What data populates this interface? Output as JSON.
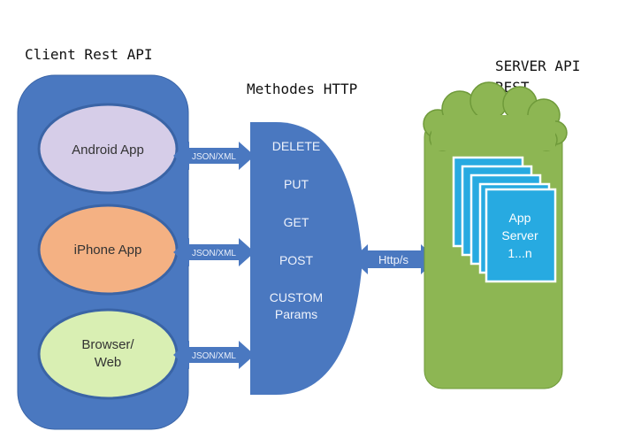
{
  "titles": {
    "client": "Client Rest API",
    "methods": "Methodes HTTP",
    "server_line1": "SERVER API",
    "server_line2": "REST"
  },
  "clients": [
    {
      "label_line1": "Android App",
      "label_line2": "",
      "fill": "#d6cde8"
    },
    {
      "label_line1": "iPhone App",
      "label_line2": "",
      "fill": "#f4b183"
    },
    {
      "label_line1": "Browser/",
      "label_line2": "Web",
      "fill": "#d9efb3"
    }
  ],
  "connector_label": "JSON/XML",
  "methods": [
    "DELETE",
    "PUT",
    "GET",
    "POST",
    "CUSTOM",
    "Params"
  ],
  "transport_label": "Http/s",
  "server_label": [
    "App",
    "Server",
    "1...n"
  ],
  "colors": {
    "client_panel": "#4a78c0",
    "method_panel": "#4a78c0",
    "server_body": "#8db653",
    "server_cloud": "#8db653",
    "server_stack": "#27aae1",
    "arrow": "#4a78c0"
  }
}
